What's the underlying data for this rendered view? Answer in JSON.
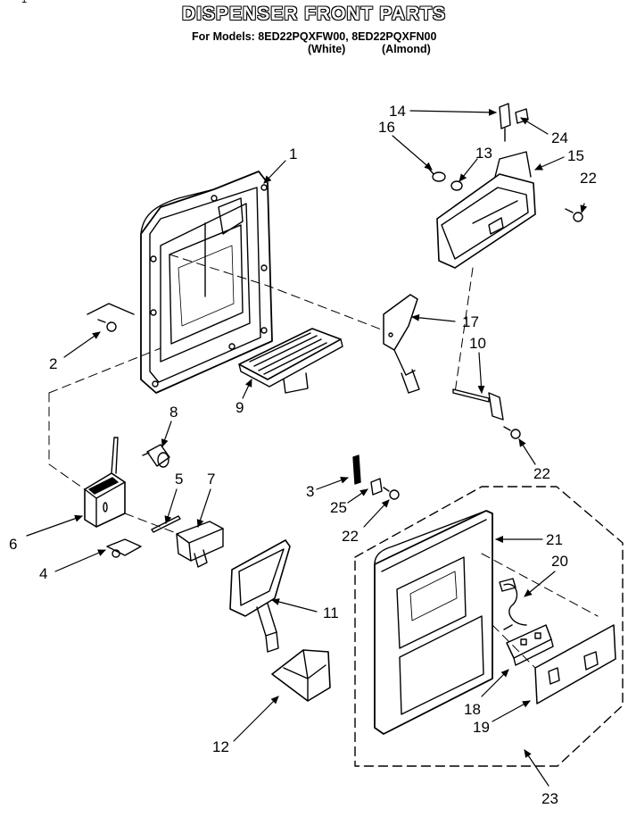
{
  "header": {
    "corner_mark": "1",
    "title": "DISPENSER FRONT PARTS",
    "models_line": "For Models: 8ED22PQXFW00, 8ED22PQXFN00",
    "variant_1": "(White)",
    "variant_2": "(Almond)"
  },
  "callouts": {
    "c1": "1",
    "c2": "2",
    "c3": "3",
    "c4": "4",
    "c5": "5",
    "c6": "6",
    "c7": "7",
    "c8": "8",
    "c9": "9",
    "c10": "10",
    "c11": "11",
    "c12": "12",
    "c13": "13",
    "c14": "14",
    "c15": "15",
    "c16": "16",
    "c17": "17",
    "c18": "18",
    "c19": "19",
    "c20": "20",
    "c21": "21",
    "c22a": "22",
    "c22b": "22",
    "c22c": "22",
    "c23": "23",
    "c24": "24",
    "c25": "25"
  },
  "colors": {
    "ink": "#000000",
    "paper": "#ffffff"
  }
}
